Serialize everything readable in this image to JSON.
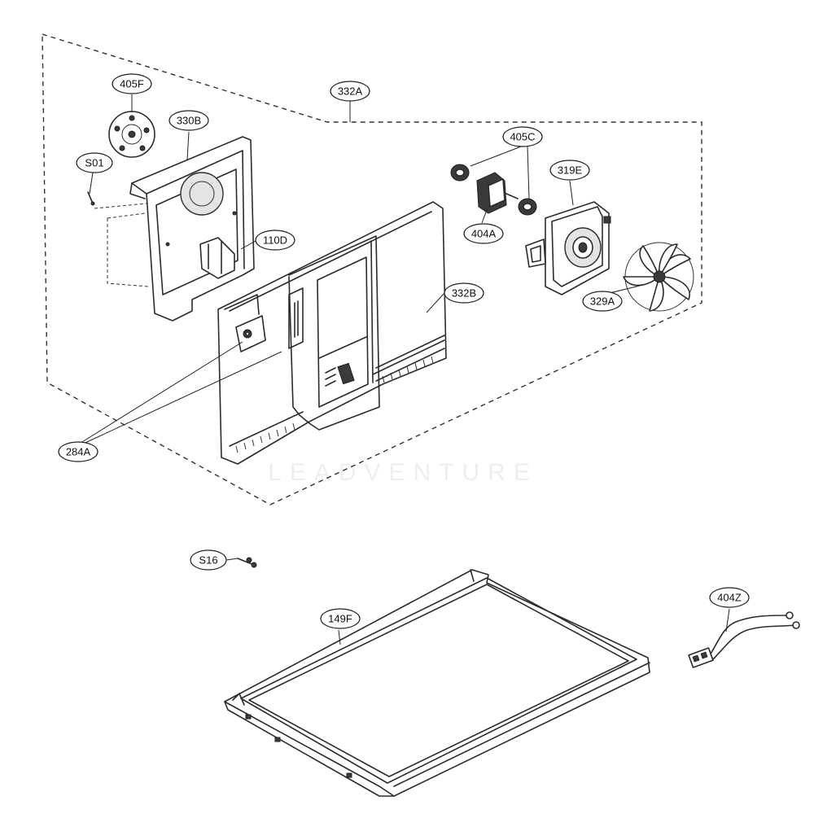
{
  "watermark": "LEADVENTURE",
  "callouts": [
    {
      "id": "405F",
      "label": "405F"
    },
    {
      "id": "332A",
      "label": "332A"
    },
    {
      "id": "330B",
      "label": "330B"
    },
    {
      "id": "S01",
      "label": "S01"
    },
    {
      "id": "110D",
      "label": "110D"
    },
    {
      "id": "405C",
      "label": "405C"
    },
    {
      "id": "319E",
      "label": "319E"
    },
    {
      "id": "404A",
      "label": "404A"
    },
    {
      "id": "332B",
      "label": "332B"
    },
    {
      "id": "329A",
      "label": "329A"
    },
    {
      "id": "284A",
      "label": "284A"
    },
    {
      "id": "S16",
      "label": "S16"
    },
    {
      "id": "149F",
      "label": "149F"
    },
    {
      "id": "404Z",
      "label": "404Z"
    }
  ]
}
